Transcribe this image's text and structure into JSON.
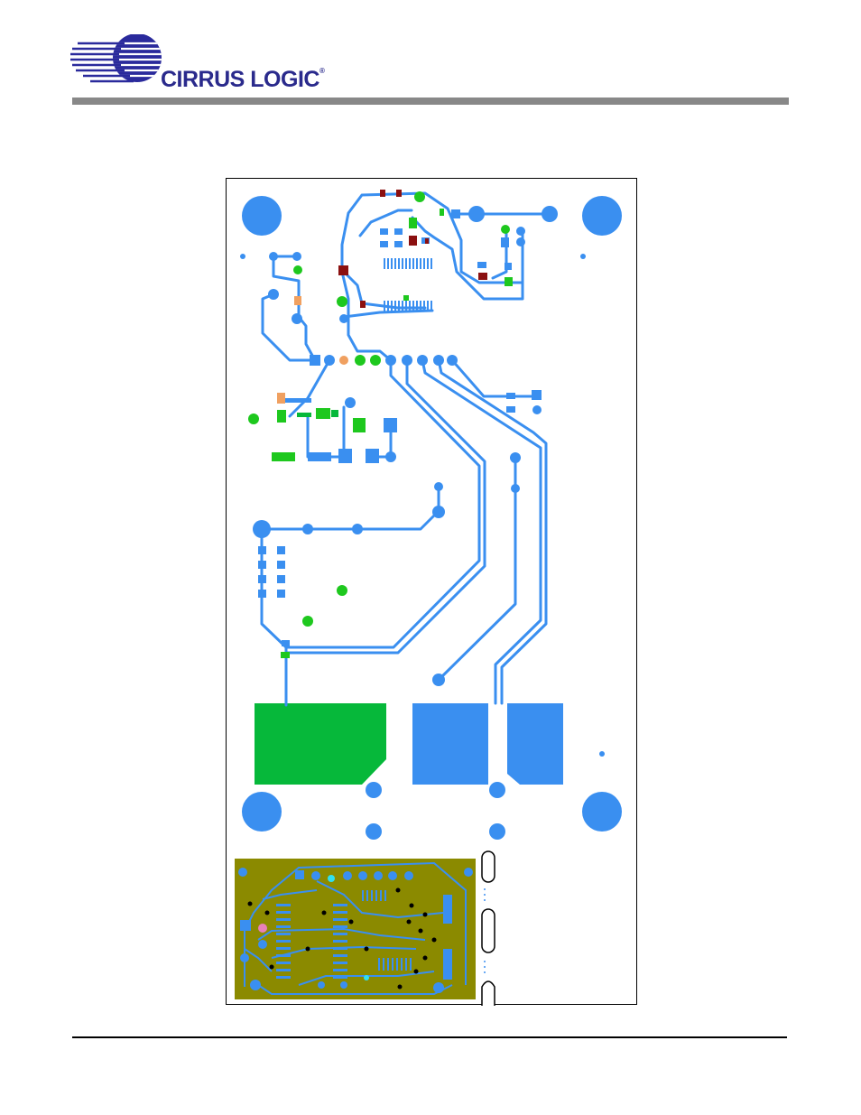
{
  "header": {
    "logo_text": "CIRRUS LOGIC",
    "logo_mark": "®",
    "logo_icon": "cirrus-logic-stripe-globe"
  },
  "figure": {
    "type": "pcb-layout-top-copper",
    "colors": {
      "trace": "#3a8ff0",
      "ground_pour": "#06b83a",
      "olive_pour": "#8b8a00",
      "dark_red_pad": "#8b1010",
      "green_pad": "#1ec81e",
      "orange_pad": "#f0a060"
    }
  }
}
